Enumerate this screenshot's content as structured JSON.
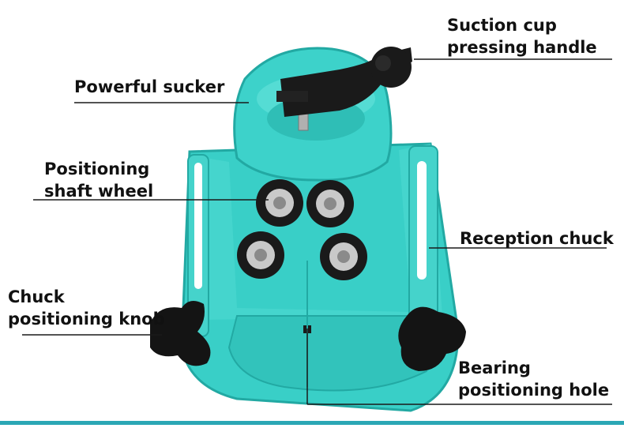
{
  "image": {
    "subject": "Tile drill guide with suction cup base",
    "colors": {
      "body": "#39cfc7",
      "body_shadow": "#22a9a3",
      "body_light": "#6de3dc",
      "knob": "#141414",
      "wheel_ring": "#1a1a1a",
      "wheel_hub": "#c9c9c9",
      "leader_line": "#1a1a1a",
      "accent_bar": "#2ba7b5"
    }
  },
  "labels": {
    "suction_cup_handle": [
      "Suction cup",
      "pressing handle"
    ],
    "powerful_sucker": "Powerful sucker",
    "positioning_wheel": [
      "Positioning",
      "shaft wheel"
    ],
    "reception_chuck": "Reception chuck",
    "chuck_knob": [
      "Chuck",
      "positioning knob"
    ],
    "bearing_hole": [
      "Bearing",
      "positioning hole"
    ]
  },
  "icons": [
    "suction-cup-icon",
    "handle-icon",
    "bearing-wheel-icon",
    "knob-icon"
  ]
}
